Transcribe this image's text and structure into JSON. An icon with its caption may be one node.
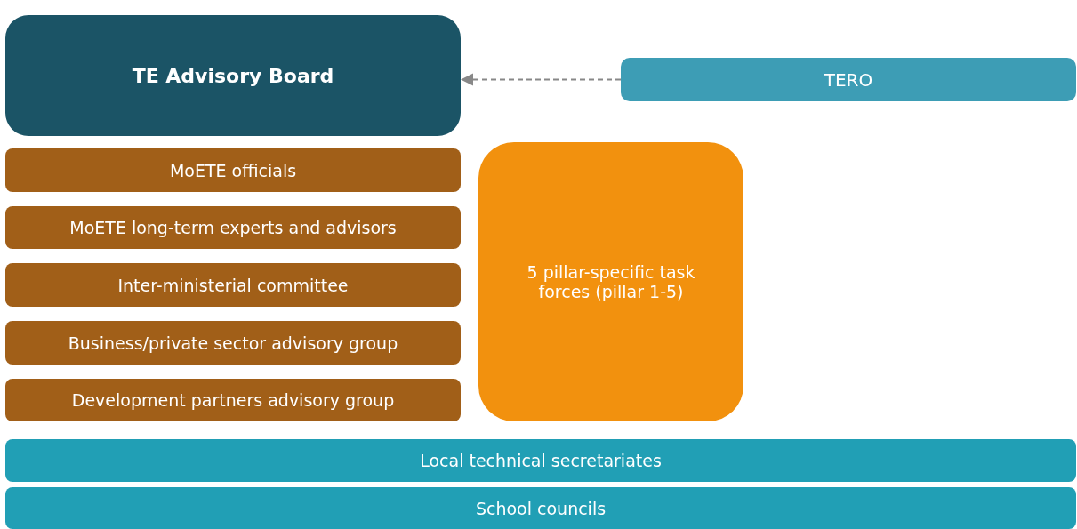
{
  "diagram": {
    "nodes": [
      {
        "text": [
          "TE Advisory Board"
        ]
      },
      {
        "text": [
          "TERO"
        ]
      },
      {
        "text": [
          "MoETE officials"
        ]
      },
      {
        "text": [
          "MoETE long-term experts and advisors"
        ]
      },
      {
        "text": [
          "Inter-ministerial committee"
        ]
      },
      {
        "text": [
          "Business/private sector advisory group"
        ]
      },
      {
        "text": [
          "Development partners advisory group"
        ]
      },
      {
        "text": [
          "5 pillar-specific task forces (pillar 1-5)"
        ]
      },
      {
        "text": [
          "Local technical secretariates"
        ]
      },
      {
        "text": [
          "School councils"
        ]
      }
    ],
    "edges": [
      {
        "from": 1,
        "to": 0,
        "arrow": "to",
        "style": "dashed"
      }
    ]
  }
}
